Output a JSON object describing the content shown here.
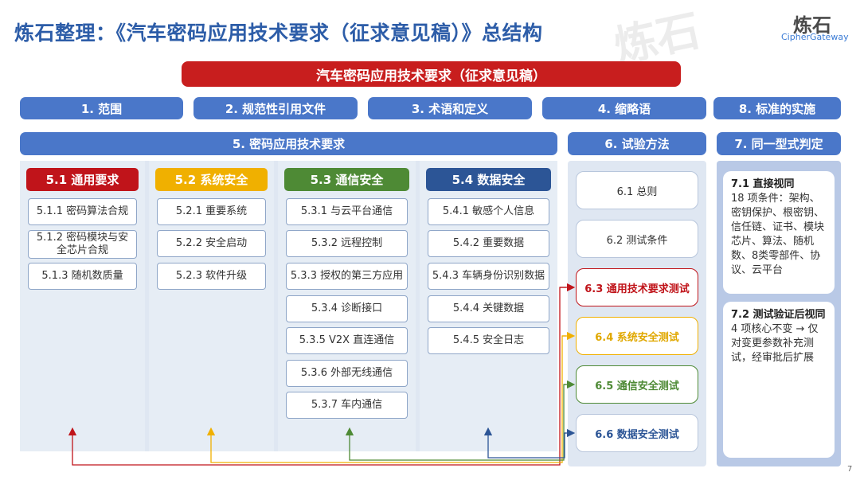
{
  "header": {
    "title": "炼石整理：《汽车密码应用技术要求（征求意见稿）》总结构",
    "logo_cn": "炼石",
    "logo_en": "CipherGateway",
    "watermark": "炼石"
  },
  "root": {
    "label": "汽车密码应用技术要求（征求意见稿）"
  },
  "top_sections": [
    {
      "label": "1. 范围"
    },
    {
      "label": "2. 规范性引用文件"
    },
    {
      "label": "3. 术语和定义"
    },
    {
      "label": "4. 缩略语"
    },
    {
      "label": "8. 标准的实施"
    }
  ],
  "section5": {
    "label": "5. 密码应用技术要求",
    "columns": [
      {
        "header": "5.1 通用要求",
        "color": "#c0141a",
        "items": [
          "5.1.1 密码算法合规",
          "5.1.2 密码模块与安全芯片合规",
          "5.1.3 随机数质量"
        ]
      },
      {
        "header": "5.2 系统安全",
        "color": "#f0b000",
        "items": [
          "5.2.1 重要系统",
          "5.2.2 安全启动",
          "5.2.3 软件升级"
        ]
      },
      {
        "header": "5.3 通信安全",
        "color": "#4e8a35",
        "items": [
          "5.3.1 与云平台通信",
          "5.3.2 远程控制",
          "5.3.3 授权的第三方应用",
          "5.3.4 诊断接口",
          "5.3.5 V2X 直连通信",
          "5.3.6 外部无线通信",
          "5.3.7 车内通信"
        ]
      },
      {
        "header": "5.4 数据安全",
        "color": "#2c5596",
        "items": [
          "5.4.1 敏感个人信息",
          "5.4.2 重要数据",
          "5.4.3 车辆身份识别数据",
          "5.4.4 关键数据",
          "5.4.5 安全日志"
        ]
      }
    ]
  },
  "section6": {
    "label": "6. 试验方法",
    "items": [
      {
        "label": "6.1 总则",
        "color": "#333333",
        "border": "#b8c6dc"
      },
      {
        "label": "6.2 测试条件",
        "color": "#333333",
        "border": "#b8c6dc"
      },
      {
        "label": "6.3 通用技术要求测试",
        "color": "#c0141a",
        "border": "#c0141a"
      },
      {
        "label": "6.4 系统安全测试",
        "color": "#e0a800",
        "border": "#f0b000"
      },
      {
        "label": "6.5 通信安全测试",
        "color": "#4e8a35",
        "border": "#4e8a35"
      },
      {
        "label": "6.6 数据安全测试",
        "color": "#2c5596",
        "border": "#b8c6dc"
      }
    ]
  },
  "section7": {
    "label": "7. 同一型式判定",
    "cards": [
      {
        "title": "7.1 直接视同",
        "body": "18 项条件：架构、密钥保护、根密钥、信任链、证书、模块芯片、算法、随机数、8类零部件、协议、云平台"
      },
      {
        "title": "7.2 测试验证后视同",
        "body": "4 项核心不变 → 仅对变更参数补充测试，经审批后扩展"
      }
    ]
  },
  "page_number": "7"
}
